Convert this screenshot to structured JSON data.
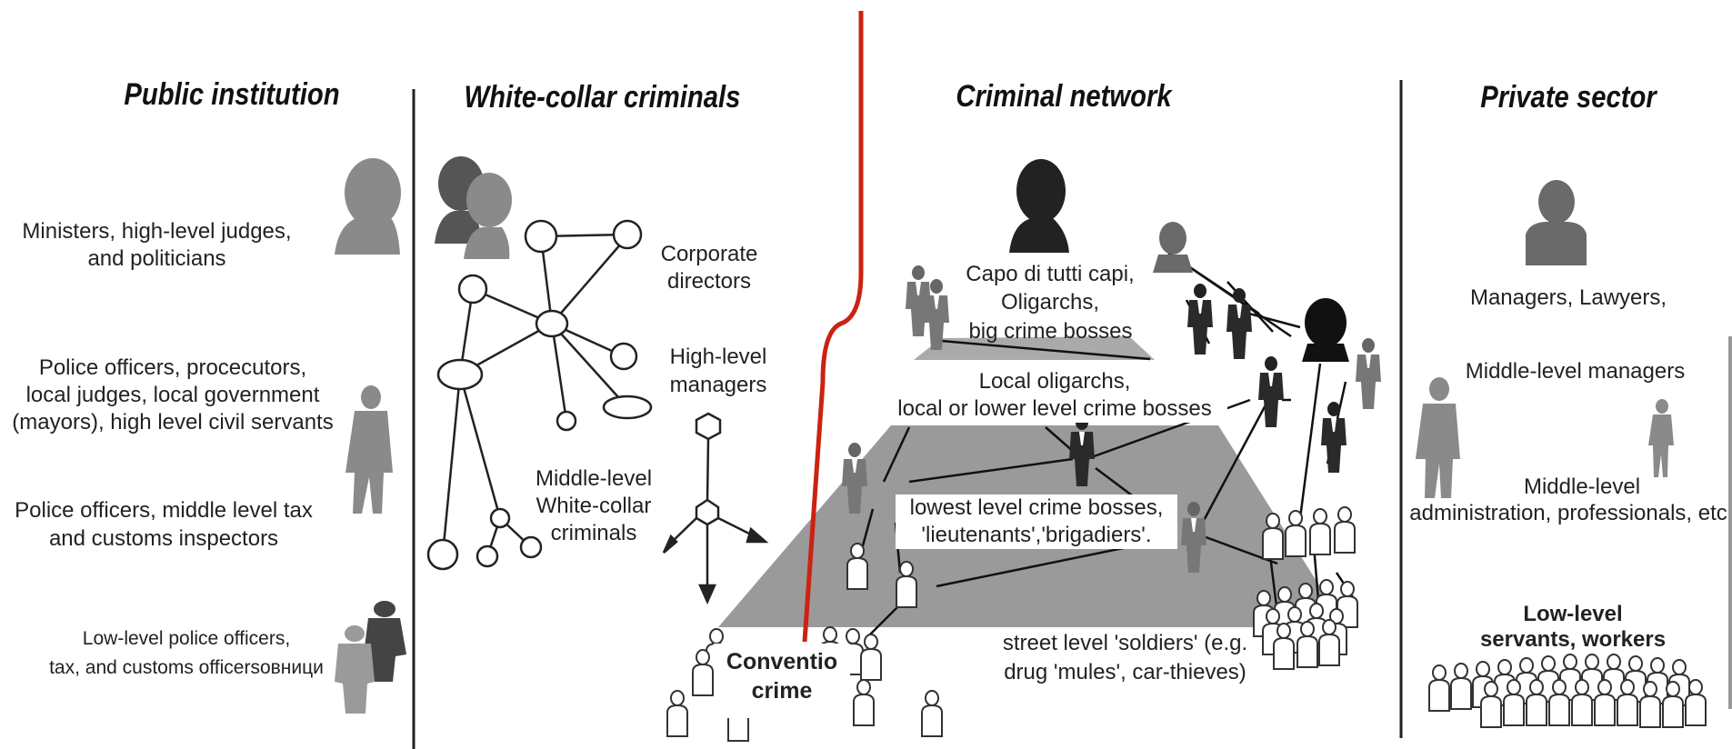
{
  "columns": {
    "public": {
      "title": "Public institution",
      "items": [
        "Ministers, high-level judges,",
        "and politicians",
        "Police officers, procecutors,",
        "local judges, local government",
        "(mayors), high level civil servants",
        "Police officers, middle level tax",
        "and customs inspectors",
        "Low-level police officers,",
        "tax, and customs officersовници"
      ]
    },
    "white_collar": {
      "title": "White-collar criminals",
      "items": [
        "Corporate",
        "directors",
        "High-level",
        "managers",
        "Middle-level",
        "White-collar",
        "criminals"
      ]
    },
    "criminal_network": {
      "title": "Criminal network",
      "items": [
        "Capo di tutti capi,",
        "Oligarchs,",
        "big crime bosses",
        "Local oligarchs,",
        "local or lower level crime bosses",
        "lowest level crime bosses,",
        "'lieutenants','brigadiers'.",
        "street level 'soldiers' (e.g.",
        "drug 'mules', car-thieves)",
        "Conventio",
        "crime"
      ]
    },
    "private": {
      "title": "Private sector",
      "items": [
        "Managers, Lawyers,",
        "Middle-level managers",
        "Middle-level",
        "administration, professionals, etc",
        "Low-level",
        "servants, workers"
      ]
    }
  },
  "colors": {
    "accent_line": "#cc2211",
    "silhouette": "#888888",
    "dark_silhouette": "#333333",
    "pyramid": "#999999",
    "pyramid_top": "#aaaaaa"
  }
}
